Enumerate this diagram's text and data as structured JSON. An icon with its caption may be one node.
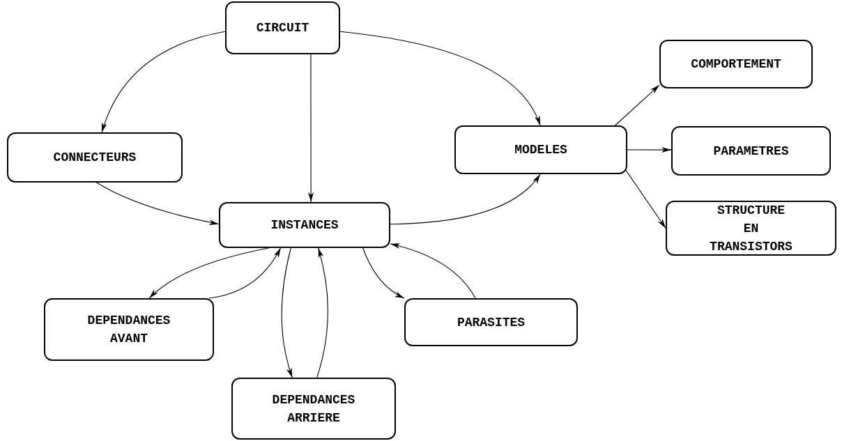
{
  "diagram": {
    "nodes": [
      {
        "text": [
          "CIRCUIT"
        ]
      },
      {
        "text": [
          "CONNECTEURS"
        ]
      },
      {
        "text": [
          "INSTANCES"
        ]
      },
      {
        "text": [
          "MODELES"
        ]
      },
      {
        "text": [
          "COMPORTEMENT"
        ]
      },
      {
        "text": [
          "PARAMETRES"
        ]
      },
      {
        "text": [
          "STRUCTURE EN TRANSISTORS"
        ]
      },
      {
        "text": [
          "DEPENDANCES AVANT"
        ]
      },
      {
        "text": [
          "PARASITES"
        ]
      },
      {
        "text": [
          "DEPENDANCES ARRIERE"
        ]
      }
    ],
    "edges": [
      {
        "from": 0,
        "to": 1,
        "arrow": "to"
      },
      {
        "from": 0,
        "to": 2,
        "arrow": "to"
      },
      {
        "from": 0,
        "to": 3,
        "arrow": "to"
      },
      {
        "from": 1,
        "to": 2,
        "arrow": "to"
      },
      {
        "from": 2,
        "to": 3,
        "arrow": "to"
      },
      {
        "from": 3,
        "to": 4,
        "arrow": "to"
      },
      {
        "from": 3,
        "to": 5,
        "arrow": "to"
      },
      {
        "from": 3,
        "to": 6,
        "arrow": "to"
      },
      {
        "from": 2,
        "to": 7,
        "arrow": "to"
      },
      {
        "from": 7,
        "to": 2,
        "arrow": "to"
      },
      {
        "from": 2,
        "to": 9,
        "arrow": "to"
      },
      {
        "from": 9,
        "to": 2,
        "arrow": "to"
      },
      {
        "from": 2,
        "to": 8,
        "arrow": "to"
      },
      {
        "from": 8,
        "to": 2,
        "arrow": "to"
      }
    ]
  }
}
